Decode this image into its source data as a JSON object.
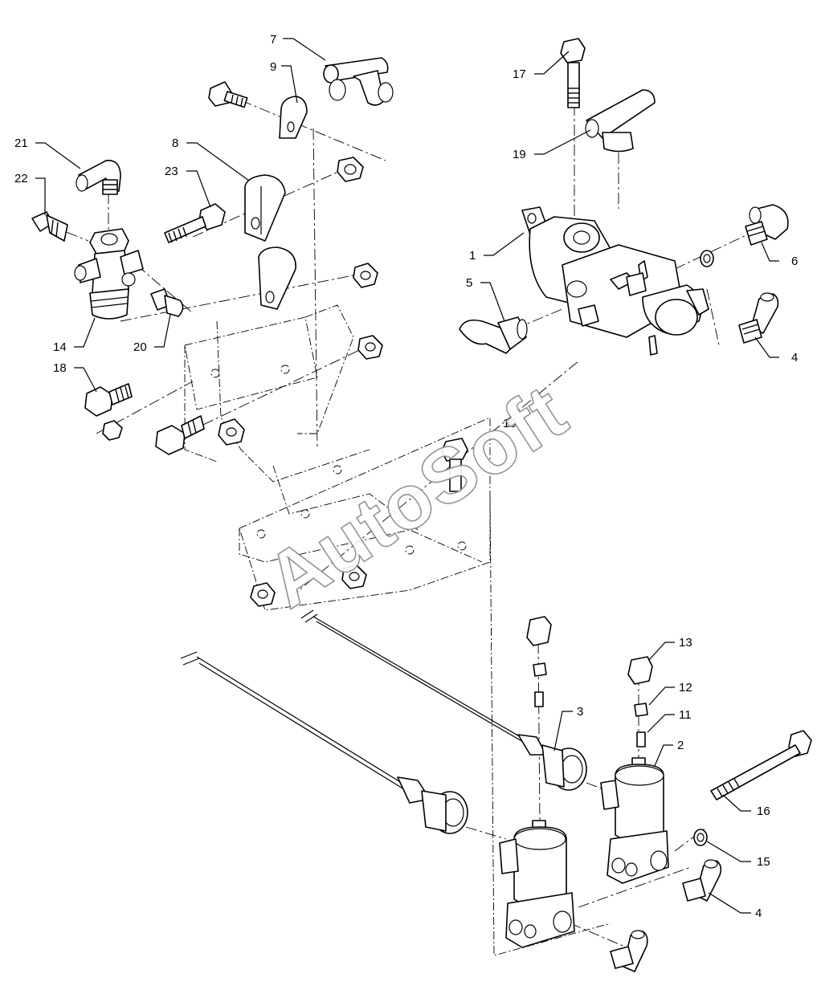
{
  "labels": {
    "l1": "1",
    "l2": "2",
    "l3": "3",
    "l4a": "4",
    "l4b": "4",
    "l5": "5",
    "l6": "6",
    "l7": "7",
    "l8": "8",
    "l9": "9",
    "l10": "10",
    "l11": "11",
    "l12": "12",
    "l13": "13",
    "l14": "14",
    "l15": "15",
    "l16": "16",
    "l17": "17",
    "l18": "18",
    "l19": "19",
    "l20": "20",
    "l21": "21",
    "l22": "22",
    "l23": "23"
  },
  "watermark": "AutoSoft"
}
